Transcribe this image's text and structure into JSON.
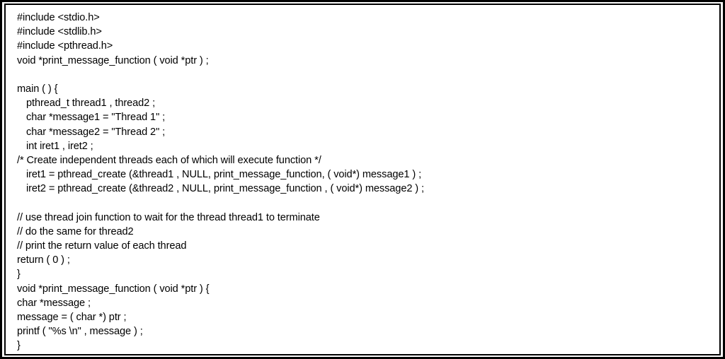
{
  "document": {
    "kind": "code-listing",
    "language": "C",
    "colors": {
      "background": "#ffffff",
      "text": "#000000",
      "border": "#000000"
    },
    "lines": [
      {
        "indent": 0,
        "text": "#include <stdio.h>"
      },
      {
        "indent": 0,
        "text": "#include <stdlib.h>"
      },
      {
        "indent": 0,
        "text": "#include <pthread.h>"
      },
      {
        "indent": 0,
        "text": "void *print_message_function ( void *ptr ) ;"
      },
      {
        "indent": 0,
        "text": ""
      },
      {
        "indent": 0,
        "text": "main ( ) {"
      },
      {
        "indent": 1,
        "text": "pthread_t thread1 , thread2 ;"
      },
      {
        "indent": 1,
        "text": "char *message1 = \"Thread 1\" ;"
      },
      {
        "indent": 1,
        "text": "char *message2 = \"Thread 2\" ;"
      },
      {
        "indent": 1,
        "text": "int iret1 , iret2 ;"
      },
      {
        "indent": 0,
        "text": "/* Create independent threads each of which will execute function */"
      },
      {
        "indent": 1,
        "text": "iret1 = pthread_create (&thread1 , NULL, print_message_function, ( void*) message1 ) ;"
      },
      {
        "indent": 1,
        "text": "iret2 = pthread_create (&thread2 , NULL, print_message_function , ( void*) message2 ) ;"
      },
      {
        "indent": 0,
        "text": ""
      },
      {
        "indent": 0,
        "text": "// use thread join function to wait for the thread thread1 to terminate"
      },
      {
        "indent": 0,
        "text": "// do the same for thread2"
      },
      {
        "indent": 0,
        "text": "// print the return value of each thread"
      },
      {
        "indent": 0,
        "text": "return ( 0 ) ;"
      },
      {
        "indent": 0,
        "text": "}"
      },
      {
        "indent": 0,
        "text": "void *print_message_function ( void *ptr ) {"
      },
      {
        "indent": 0,
        "text": "char *message ;"
      },
      {
        "indent": 0,
        "text": "message = ( char *) ptr ;"
      },
      {
        "indent": 0,
        "text": "printf ( \"%s \\n\" , message ) ;"
      },
      {
        "indent": 0,
        "text": "}"
      }
    ]
  }
}
